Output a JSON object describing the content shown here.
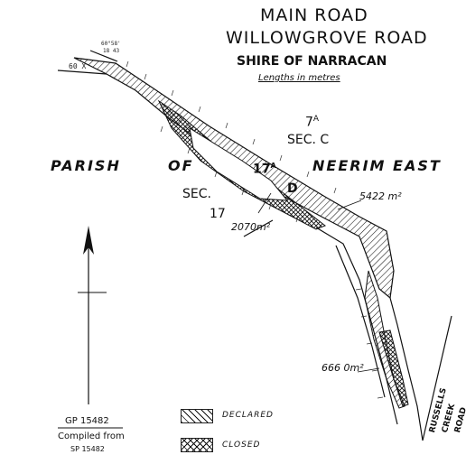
{
  "title": {
    "line1": "MAIN ROAD",
    "line2": "WILLOWGROVE ROAD",
    "line3": "SHIRE OF NARRACAN",
    "units": "Lengths in metres"
  },
  "parish": {
    "word1": "PARISH",
    "word2": "OF",
    "word3": "NEERIM EAST"
  },
  "sections": {
    "sec_c_num": "7",
    "sec_c_sup": "A",
    "sec_c_label": "SEC. C",
    "sec17_label": "SEC.",
    "sec17_num": "17",
    "inner_label": "17",
    "inner_sup": "A",
    "inner_letter": "D"
  },
  "areas": {
    "area1": "5422 m²",
    "area2": "2070m²",
    "area3": "666 0m²"
  },
  "road_edge_labels": {
    "top_left": "60 X",
    "bearing1": "60°58'",
    "bearing2": "18 43"
  },
  "creek": {
    "line1": "RUSSELLS",
    "line2": "CREEK",
    "line3": "ROAD"
  },
  "legend": {
    "declared": "DECLARED",
    "closed": "CLOSED"
  },
  "reference": {
    "gp": "GP 15482",
    "compiled": "Compiled from",
    "sp": "SP 15482"
  },
  "colors": {
    "ink": "#111111",
    "paper": "#ffffff"
  }
}
